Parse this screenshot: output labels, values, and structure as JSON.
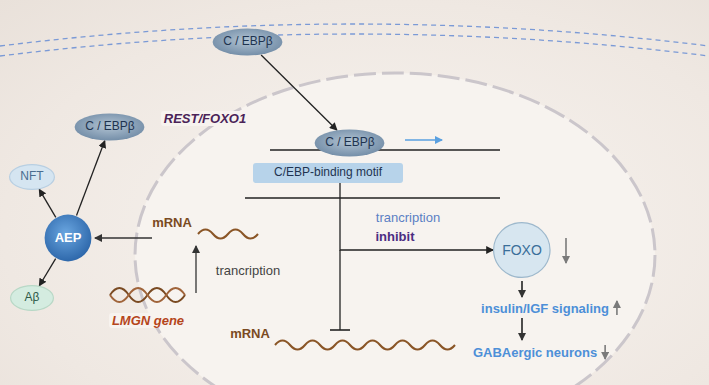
{
  "diagram": {
    "nodes": [
      {
        "text": [
          "C / EBPβ"
        ]
      },
      {
        "text": [
          "C / EBPβ"
        ]
      },
      {
        "text": [
          "NFT"
        ]
      },
      {
        "text": [
          "AEP"
        ]
      },
      {
        "text": [
          "Aβ"
        ]
      },
      {
        "text": [
          "C / EBPβ"
        ]
      },
      {
        "text": [
          "C/EBP-binding motif"
        ]
      },
      {
        "text": [
          "FOXO"
        ]
      }
    ],
    "edges": [
      {
        "from": 0,
        "to": 5,
        "arrow": "to"
      },
      {
        "from": 3,
        "to": 1,
        "arrow": "to"
      },
      {
        "from": 3,
        "to": 2,
        "arrow": "to"
      },
      {
        "from": 3,
        "to": 4,
        "arrow": "to"
      },
      {
        "from": 6,
        "to": 7,
        "label": "inhibit",
        "arrow": "to"
      }
    ],
    "labels": [
      "REST/FOXO1",
      "trancription",
      "mRNA",
      "trancription",
      "LMGN gene",
      "mRNA",
      "insulin/IGF signaling",
      "GABAergic neurons"
    ]
  }
}
